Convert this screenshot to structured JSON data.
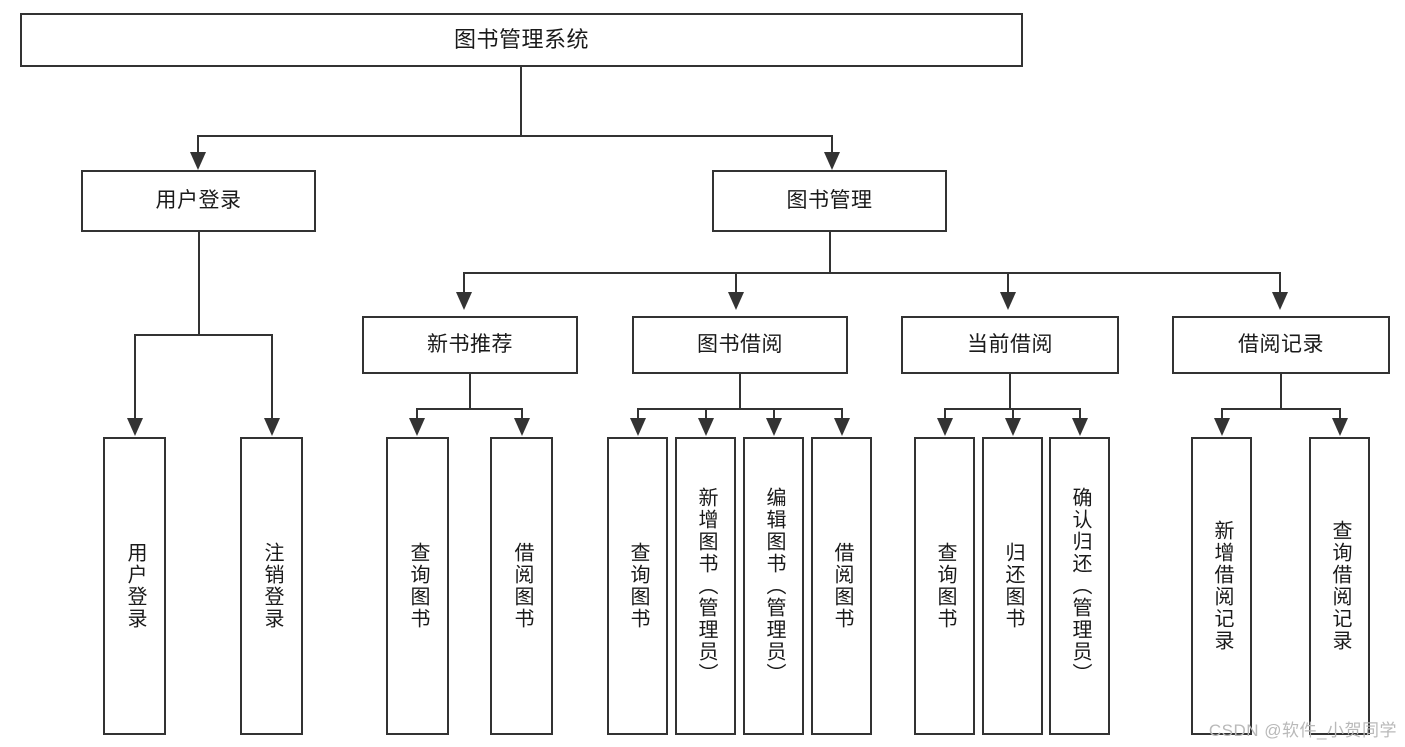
{
  "diagram": {
    "type": "tree-hierarchy-chart",
    "title": "图书管理系统",
    "orientation": "top-down",
    "box_fill": "#ffffff",
    "box_stroke": "#333333",
    "connector_color": "#333333",
    "nodes": {
      "root": {
        "label": "图书管理系统"
      },
      "level2": [
        {
          "id": "user-login",
          "label": "用户登录"
        },
        {
          "id": "book-manage",
          "label": "图书管理"
        }
      ],
      "level3": [
        {
          "id": "new-book-recommend",
          "label": "新书推荐"
        },
        {
          "id": "book-borrow",
          "label": "图书借阅"
        },
        {
          "id": "current-borrow",
          "label": "当前借阅"
        },
        {
          "id": "borrow-record",
          "label": "借阅记录"
        }
      ],
      "leaves": {
        "user_login": [
          {
            "id": "leaf-user-login",
            "label": "用户登录"
          },
          {
            "id": "leaf-logout-login",
            "label": "注销登录"
          }
        ],
        "new_book_recommend": [
          {
            "id": "leaf-query-book-1",
            "label": "查询图书"
          },
          {
            "id": "leaf-borrow-book-1",
            "label": "借阅图书"
          }
        ],
        "book_borrow": [
          {
            "id": "leaf-query-book-2",
            "label": "查询图书"
          },
          {
            "id": "leaf-add-book",
            "label": "新增图书（管理员）"
          },
          {
            "id": "leaf-edit-book",
            "label": "编辑图书（管理员）"
          },
          {
            "id": "leaf-borrow-book-2",
            "label": "借阅图书"
          }
        ],
        "current_borrow": [
          {
            "id": "leaf-query-book-3",
            "label": "查询图书"
          },
          {
            "id": "leaf-return-book",
            "label": "归还图书"
          },
          {
            "id": "leaf-confirm-return",
            "label": "确认归还（管理员）"
          }
        ],
        "borrow_record": [
          {
            "id": "leaf-add-record",
            "label": "新增借阅记录"
          },
          {
            "id": "leaf-query-record",
            "label": "查询借阅记录"
          }
        ]
      }
    },
    "watermark": "CSDN @软件_小贺同学"
  }
}
